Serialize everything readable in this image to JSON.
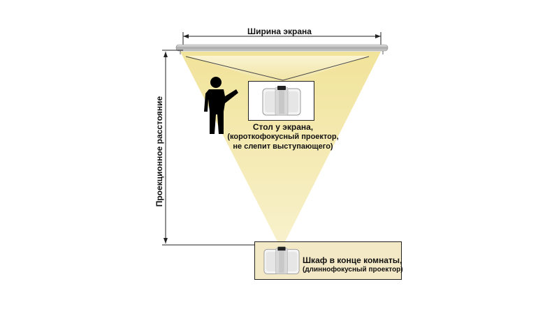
{
  "labels": {
    "screen_width": "Ширина экрана",
    "throw_distance": "Проекционное расстояние"
  },
  "table_option": {
    "line1": "Стол у экрана,",
    "line2": "(короткофокусный проектор,",
    "line3": "не слепит выступающего)"
  },
  "cabinet_option": {
    "line1": "Шкаф в конце комнаты,",
    "line2": "(длиннофокусный проектор)"
  },
  "icons": {
    "presenter": "person-pointing-icon",
    "projector": "projector-icon"
  },
  "colors": {
    "light_beam": "#f3e9a8",
    "cabinet_fill": "#f4e9c6",
    "outline": "#222222"
  }
}
